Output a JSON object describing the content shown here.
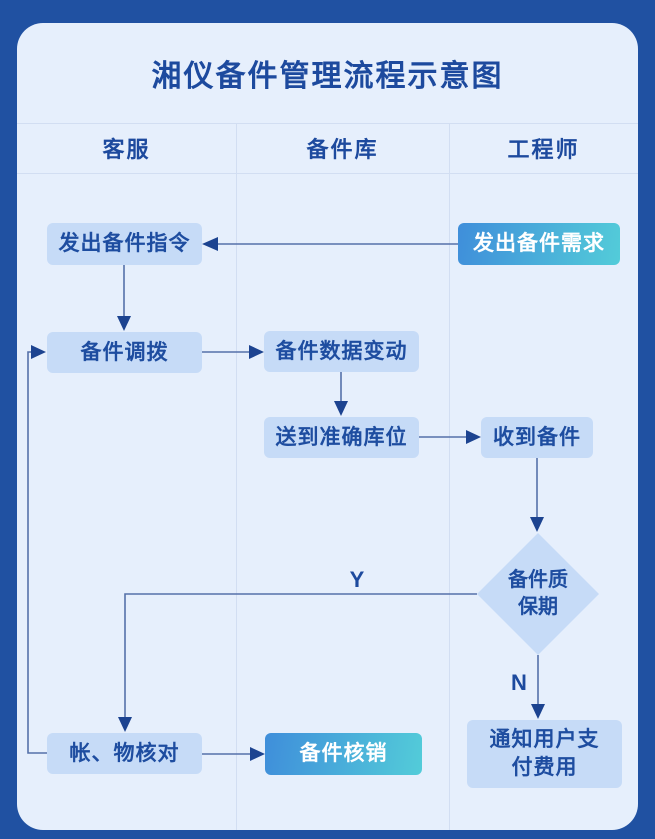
{
  "title": "湘仪备件管理流程示意图",
  "columns": [
    {
      "label": "客服"
    },
    {
      "label": "备件库"
    },
    {
      "label": "工程师"
    }
  ],
  "nodes": {
    "issue_command": {
      "label": "发出备件指令"
    },
    "issue_demand": {
      "label": "发出备件需求"
    },
    "allocation": {
      "label": "备件调拨"
    },
    "data_change": {
      "label": "备件数据变动"
    },
    "deliver": {
      "label": "送到准确库位"
    },
    "receive": {
      "label": "收到备件"
    },
    "warranty": {
      "label": "备件质保期"
    },
    "account_check": {
      "label": "帐、物核对"
    },
    "writeoff": {
      "label": "备件核销"
    },
    "notify_payment": {
      "label": "通知用户支付费用"
    }
  },
  "branch_labels": {
    "yes": "Y",
    "no": "N"
  },
  "colors": {
    "frame": "#2051a2",
    "panel_bg": "#e6effc",
    "grid_line": "#d2def2",
    "node_bg": "#c6dbf7",
    "node_text": "#1e4da0",
    "gradient_start": "#3f8eda",
    "gradient_end": "#53ccd9",
    "edge": "#5571a9",
    "arrowhead": "#1c4390"
  }
}
